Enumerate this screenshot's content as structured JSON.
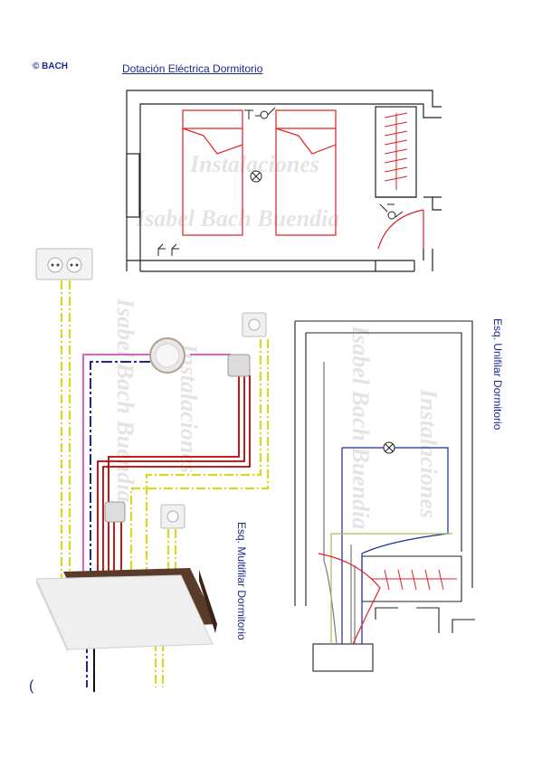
{
  "brand": {
    "logo_text": "© BACH"
  },
  "title": "Dotación Eléctrica Dormitorio",
  "labels": {
    "unifilar": "Esq. Unifilar Dormitorio",
    "multifilar": "Esq. Multifilar Dormitorio",
    "paren": "("
  },
  "watermarks": {
    "w1": "Instalaciones",
    "w2": "Isabel Bach Buendia"
  },
  "colors": {
    "wall": "#222222",
    "bed": "#e02020",
    "phase": "#c00000",
    "neutral": "#1a2a9a",
    "earth": "#d8d820",
    "switch_return": "#e060c0",
    "text": "#1a2a8a"
  }
}
